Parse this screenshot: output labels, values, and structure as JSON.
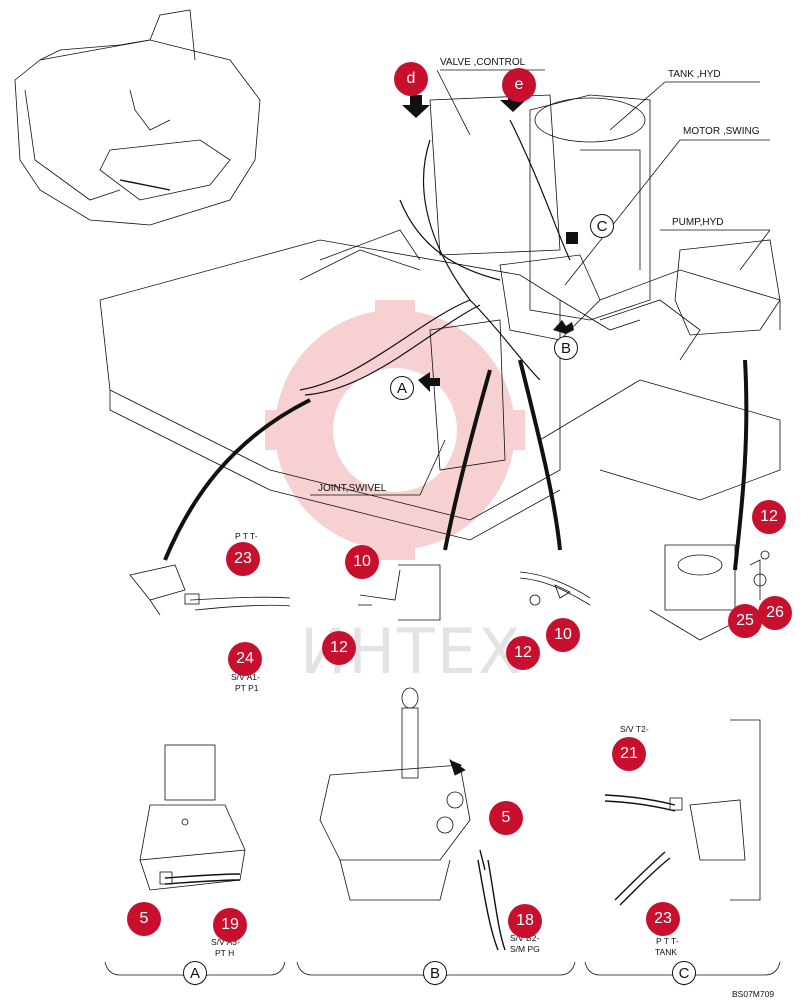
{
  "labels": {
    "valve_control": "VALVE ,CONTROL",
    "tank_hyd": "TANK ,HYD",
    "motor_swing": "MOTOR ,SWING",
    "pump_hyd": "PUMP,HYD",
    "joint_swivel": "JOINT,SWIVEL",
    "ptt_top": "P T T-",
    "sva1": "S/V A1-",
    "ptp1": "PT P1",
    "sva3": "S/V A3-",
    "pth": "PT H",
    "svb2": "S/V B2-",
    "smpg": "S/M PG",
    "svt2": "S/V T2-",
    "ptt_c": "P T T-",
    "tank": "TANK",
    "figure_code": "BS07M709"
  },
  "letters": {
    "A": "A",
    "B": "B",
    "C": "C",
    "d": "d",
    "e": "e"
  },
  "callouts": {
    "c23a": "23",
    "c24": "24",
    "c10a": "10",
    "c12a": "12",
    "c12b": "12",
    "c10b": "10",
    "c12c": "12",
    "c25": "25",
    "c26": "26",
    "c5a": "5",
    "c19": "19",
    "c5b": "5",
    "c18": "18",
    "c21": "21",
    "c23b": "23"
  },
  "watermark": "ИНТЕХ",
  "colors": {
    "callout": "#c8102e",
    "line": "#111111",
    "watermark": "#f6caca"
  }
}
